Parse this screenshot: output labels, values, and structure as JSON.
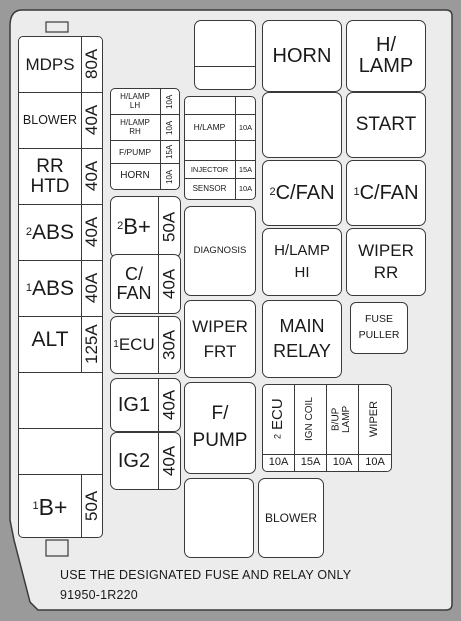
{
  "left_column": [
    {
      "label": "MDPS",
      "rating": "80A"
    },
    {
      "label": "BLOWER",
      "rating": "40A"
    },
    {
      "label": "RR\nHTD",
      "rating": "40A"
    },
    {
      "label": "ABS",
      "sup": "2",
      "rating": "40A"
    },
    {
      "label": "ABS",
      "sup": "1",
      "rating": "40A"
    },
    {
      "label": "ALT",
      "rating": "125A"
    },
    {
      "label": "B+",
      "sup": "1",
      "rating": "50A"
    }
  ],
  "mini_fuses": [
    {
      "label": "H/LAMP\nLH",
      "rating": "10A"
    },
    {
      "label": "H/LAMP\nRH",
      "rating": "10A"
    },
    {
      "label": "F/PUMP",
      "rating": "15A"
    },
    {
      "label": "HORN",
      "rating": "10A"
    }
  ],
  "mid_fuses": [
    {
      "label": "B+",
      "sup": "2",
      "rating": "50A"
    },
    {
      "label": "C/\nFAN",
      "rating": "40A"
    },
    {
      "label": "ECU",
      "sup": "1",
      "rating": "30A"
    },
    {
      "label": "IG1",
      "rating": "40A"
    },
    {
      "label": "IG2",
      "rating": "40A"
    }
  ],
  "small_fuses": [
    {
      "label": "H/LAMP",
      "rating": "10A"
    },
    {
      "label": "INJECTOR",
      "rating": "15A"
    },
    {
      "label": "SENSOR",
      "rating": "10A"
    }
  ],
  "relays": {
    "horn": "HORN",
    "h_lamp": "H/\nLAMP",
    "start": "START",
    "c_fan_2": "C/FAN",
    "c_fan_2_sup": "2",
    "c_fan_1": "C/FAN",
    "c_fan_1_sup": "1",
    "diagnosis": "DIAGNOSIS",
    "h_lamp_hi": "H/LAMP\nHI",
    "wiper_rr": "WIPER\nRR",
    "wiper_frt": "WIPER\nFRT",
    "main_relay": "MAIN\nRELAY",
    "fuse_puller": "FUSE\nPULLER",
    "f_pump": "F/\nPUMP",
    "blower": "BLOWER"
  },
  "bottom_fuses": [
    {
      "label": "ECU",
      "sup": "2",
      "rating": "10A"
    },
    {
      "label": "IGN COIL",
      "rating": "15A"
    },
    {
      "label": "B/UP\nLAMP",
      "rating": "10A"
    },
    {
      "label": "WIPER",
      "rating": "10A"
    }
  ],
  "footer": {
    "notice": "USE THE DESIGNATED FUSE AND RELAY ONLY",
    "part_number": "91950-1R220"
  },
  "colors": {
    "panel": "#ececec",
    "background": "#9a9a9a",
    "line": "#3a3a3a"
  }
}
